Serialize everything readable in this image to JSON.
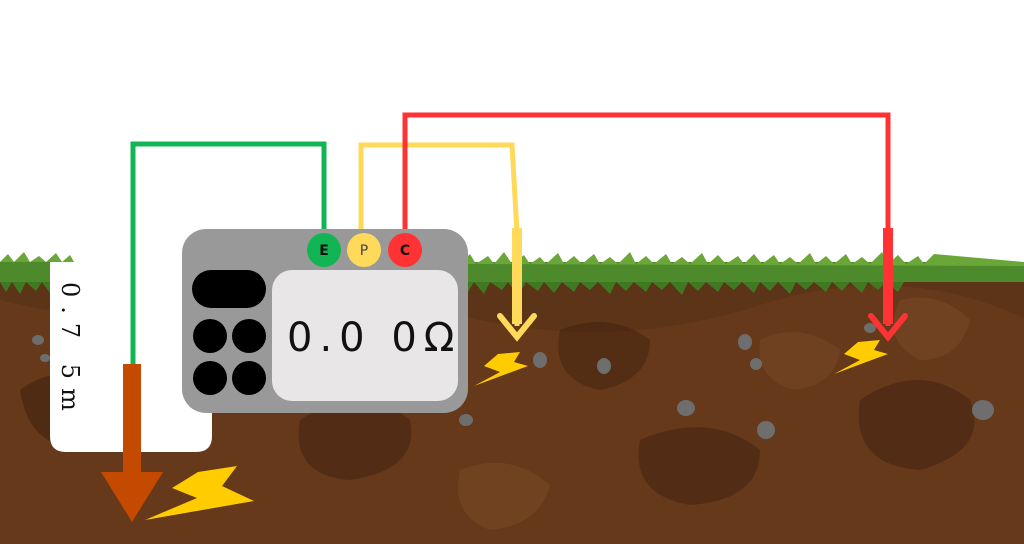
{
  "meter": {
    "reading": "0.0 0Ω",
    "terminals": [
      {
        "label": "E",
        "color": "#12b553",
        "text_color": "#111111"
      },
      {
        "label": "P",
        "color": "#ffd95a",
        "text_color": "#444444"
      },
      {
        "label": "C",
        "color": "#ff3333",
        "text_color": "#111111"
      }
    ]
  },
  "depth_label": "0.7 5m",
  "colors": {
    "soil": "#5c3418",
    "soil_dark": "#3f200e",
    "grass": "#4c8a2c",
    "meter_body": "#999999",
    "screen": "#e8e6e6",
    "wire_e": "#12b553",
    "wire_p": "#ffd95a",
    "wire_c": "#ff3333",
    "electrode_e": "#c44a00",
    "spark": "#ffcc00"
  }
}
